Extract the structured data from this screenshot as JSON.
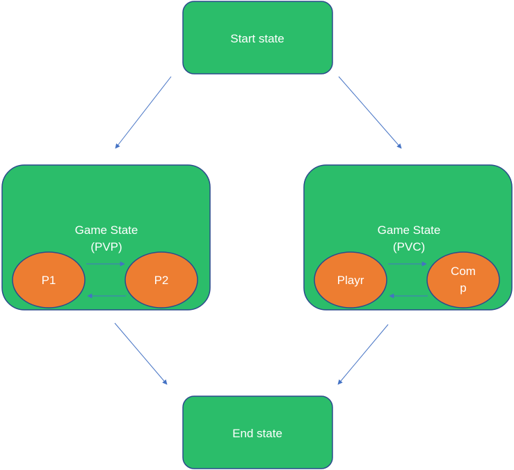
{
  "diagram": {
    "nodes": {
      "start": {
        "label": "Start state"
      },
      "end": {
        "label": "End state"
      },
      "pvp": {
        "title_line1": "Game State",
        "title_line2": "(PVP)",
        "p1": "P1",
        "p2": "P2"
      },
      "pvc": {
        "title_line1": "Game State",
        "title_line2": "(PVC)",
        "player": "Playr",
        "comp_line1": "Com",
        "comp_line2": "p"
      }
    },
    "colors": {
      "state_fill": "#2bbd6a",
      "state_border": "#2b4a8c",
      "player_fill": "#ed7d31",
      "player_border": "#2b4a8c",
      "arrow": "#4472c4",
      "text": "#ffffff"
    }
  }
}
